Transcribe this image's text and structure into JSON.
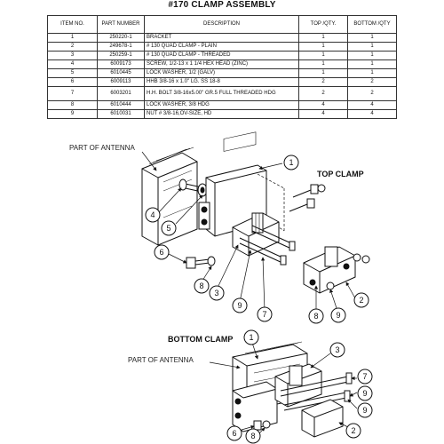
{
  "title": "#170 CLAMP ASSEMBLY",
  "table": {
    "headers": {
      "item": "ITEM NO.",
      "part": "PART NUMBER",
      "desc": "DESCRIPTION",
      "top": "TOP /QTY.",
      "bottom": "BOTTOM /QTY"
    },
    "rows": [
      {
        "item": "1",
        "part": "250220-1",
        "desc": "BRACKET",
        "top": "1",
        "bottom": "1"
      },
      {
        "item": "2",
        "part": "249678-1",
        "desc": "# 130 QUAD CLAMP - PLAIN",
        "top": "1",
        "bottom": "1"
      },
      {
        "item": "3",
        "part": "250259-1",
        "desc": "# 130 QUAD CLAMP - THREADED",
        "top": "1",
        "bottom": "1"
      },
      {
        "item": "4",
        "part": "6009173",
        "desc": "SCREW, 1/2-13 x 1 1/4 HEX HEAD (ZINC)",
        "top": "1",
        "bottom": "1"
      },
      {
        "item": "5",
        "part": "6010445",
        "desc": "LOCK WASHER, 1/2 (GALV)",
        "top": "1",
        "bottom": "1"
      },
      {
        "item": "6",
        "part": "6009113",
        "desc": "HHB 3/8-16 x 1.0\" LG. SS 18-8",
        "top": "2",
        "bottom": "2"
      },
      {
        "item": "7",
        "part": "6003201",
        "desc": "H.H. BOLT 3/8-16x5.00\" GR.5 FULL THREADED HDG",
        "top": "2",
        "bottom": "2"
      },
      {
        "item": "8",
        "part": "6010444",
        "desc": "LOCK WASHER, 3/8 HDG",
        "top": "4",
        "bottom": "4"
      },
      {
        "item": "9",
        "part": "6010031",
        "desc": "NUT # 3/8-16,OV-SIZE, HD",
        "top": "4",
        "bottom": "4"
      }
    ]
  },
  "labels": {
    "part_of_antenna_top": "PART OF ANTENNA",
    "top_clamp": "TOP CLAMP",
    "bottom_clamp": "BOTTOM CLAMP",
    "part_of_antenna_bottom": "PART OF ANTENNA"
  },
  "callouts": {
    "top": [
      "1",
      "4",
      "5",
      "6",
      "8",
      "3",
      "9",
      "7",
      "8",
      "9",
      "2"
    ],
    "bottom": [
      "1",
      "3",
      "7",
      "9",
      "9",
      "2",
      "6",
      "8"
    ]
  }
}
